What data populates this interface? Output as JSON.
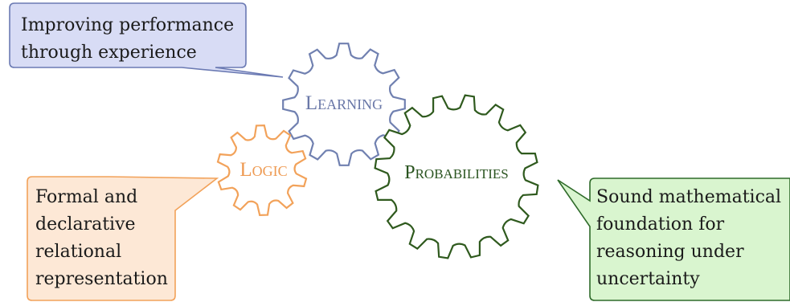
{
  "gears": {
    "learning": {
      "label": "Learning",
      "stroke": "#7080b0",
      "text": "#6a78a8"
    },
    "logic": {
      "label": "Logic",
      "stroke": "#f2a25a",
      "text": "#ee9a52"
    },
    "probabilities": {
      "label": "Probabilities",
      "stroke": "#2f5a1e",
      "text": "#2a5420"
    }
  },
  "callouts": {
    "learning": {
      "lines": [
        "Improving performance",
        "through experience"
      ],
      "fill": "#d8dcf5",
      "stroke": "#6b7ab3"
    },
    "logic": {
      "lines": [
        "Formal and",
        "declarative",
        "relational",
        "representation"
      ],
      "fill": "#fde8d6",
      "stroke": "#f2a25a"
    },
    "probabilities": {
      "lines": [
        "Sound mathematical",
        "foundation for",
        "reasoning under",
        "uncertainty"
      ],
      "fill": "#d9f5cf",
      "stroke": "#2f6b2a"
    }
  }
}
